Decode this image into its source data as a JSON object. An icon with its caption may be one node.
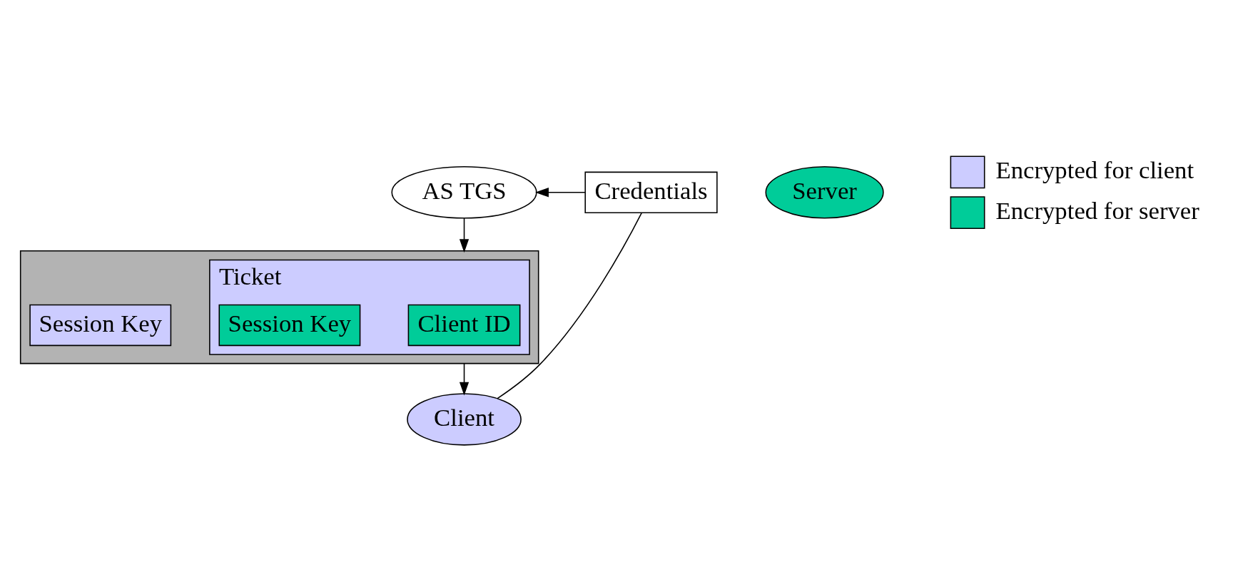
{
  "diagram": {
    "nodes": [
      {
        "text": [
          "AS TGS"
        ]
      },
      {
        "text": [
          "Credentials"
        ]
      },
      {
        "text": [],
        "shape": "box"
      },
      {
        "text": [
          "Ticket"
        ],
        "in": 2
      },
      {
        "text": [
          "Client ID"
        ],
        "in": 3
      },
      {
        "text": [
          "Session Key"
        ],
        "in": 3
      },
      {
        "text": [
          "Session Key"
        ],
        "in": 2
      },
      {
        "text": [
          "Client"
        ]
      },
      {
        "text": [
          "Server"
        ]
      }
    ],
    "edges": [
      {
        "from": 0,
        "to": 2,
        "arrow": "to"
      },
      {
        "from": 2,
        "to": 7,
        "arrow": "to"
      },
      {
        "from": 7,
        "to": 1,
        "arrow": "none"
      },
      {
        "from": 1,
        "to": 0,
        "arrow": "to"
      }
    ],
    "legend": [
      {
        "text": "Encrypted for client",
        "color": "#ccccff"
      },
      {
        "text": "Encrypted for server",
        "color": "#00cc99"
      }
    ]
  }
}
